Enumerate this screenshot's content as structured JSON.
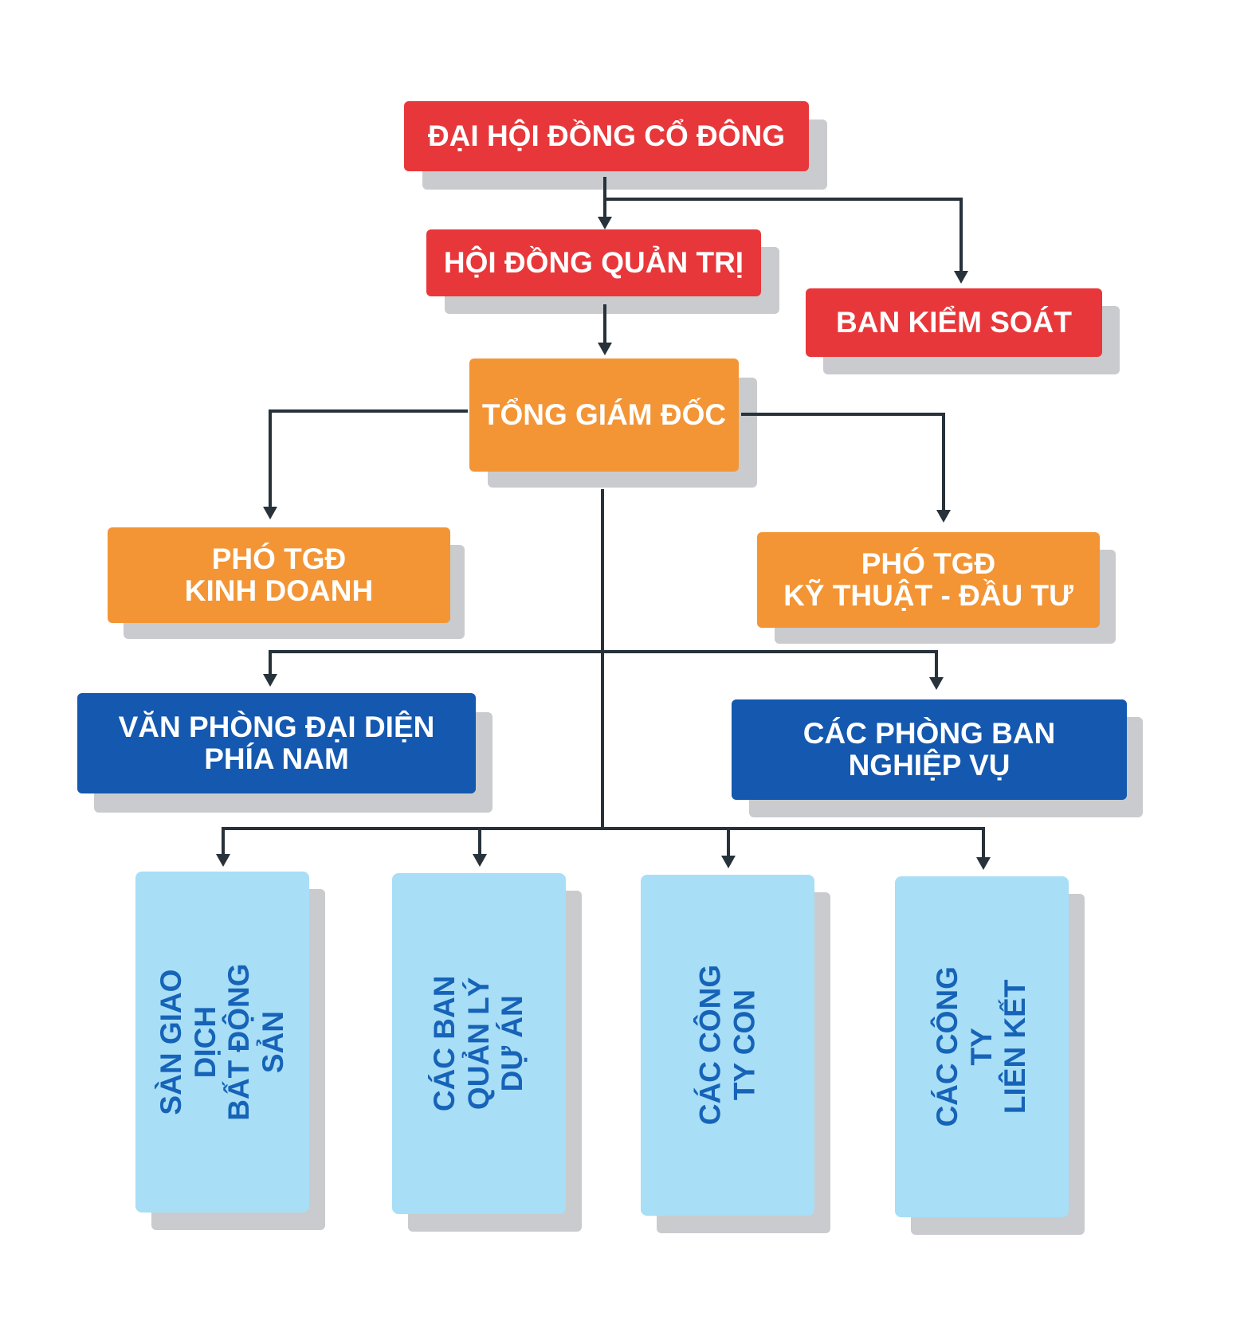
{
  "nodes": {
    "dhdcd": "ĐẠI HỘI ĐỒNG CỔ ĐÔNG",
    "hdqt": "HỘI ĐỒNG QUẢN TRỊ",
    "bks": "BAN KIỂM SOÁT",
    "tgd": "TỔNG GIÁM ĐỐC",
    "ptgd_kd": "PHÓ TGĐ\nKINH DOANH",
    "ptgd_kt": "PHÓ TGĐ\nKỸ THUẬT - ĐẦU TƯ",
    "vpdd": "VĂN PHÒNG ĐẠI DIỆN\nPHÍA NAM",
    "cpb": "CÁC PHÒNG BAN\nNGHIỆP VỤ",
    "sgd": "SÀN GIAO DỊCH\nBẤT ĐỘNG SẢN",
    "bqlda": "CÁC BAN QUẢN LÝ\nDỰ ÁN",
    "ctc": "CÁC CÔNG TY CON",
    "ctlk": "CÁC CÔNG TY\nLIÊN KẾT"
  },
  "colors": {
    "red": "#e8373a",
    "orange": "#f39535",
    "dark_blue": "#1458b0",
    "light_blue": "#a8def6",
    "light_text": "#1663b8",
    "connector": "#27323a",
    "shadow": "#c9cbce"
  }
}
